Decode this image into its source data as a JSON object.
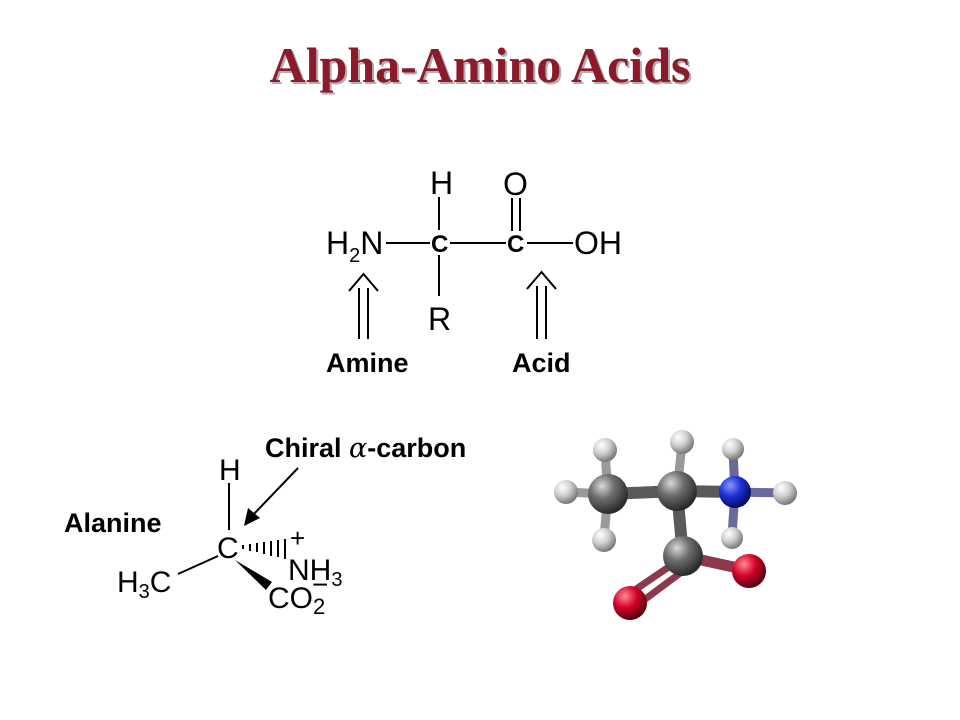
{
  "slide": {
    "title": "Alpha-Amino Acids",
    "title_color": "#8b1a2b"
  },
  "general_structure": {
    "top_h": "H",
    "amine_group": "H",
    "amine_sub": "2",
    "amine_n": "N",
    "alpha_carbon": "C",
    "carbonyl_carbon": "C",
    "carbonyl_oxygen": "O",
    "hydroxyl": "OH",
    "side_chain": "R",
    "amine_label": "Amine",
    "acid_label": "Acid"
  },
  "alanine": {
    "name": "Alanine",
    "name_color": "#e8141c",
    "chiral_label_prefix": "Chiral ",
    "chiral_alpha": "α",
    "chiral_label_suffix": "-carbon",
    "top_h": "H",
    "center_c": "C",
    "ammonium_n": "N",
    "ammonium_h": "H",
    "ammonium_sub": "3",
    "plus": "+",
    "methyl_h": "H",
    "methyl_sub": "3",
    "methyl_c": "C",
    "carboxylate": "CO",
    "carboxylate_sub": "2",
    "minus": "−"
  },
  "ball_stick": {
    "carbon_color": "#6e6e6e",
    "hydrogen_color": "#d0d0d0",
    "nitrogen_color": "#1c2fd6",
    "oxygen_color": "#d4002a"
  }
}
